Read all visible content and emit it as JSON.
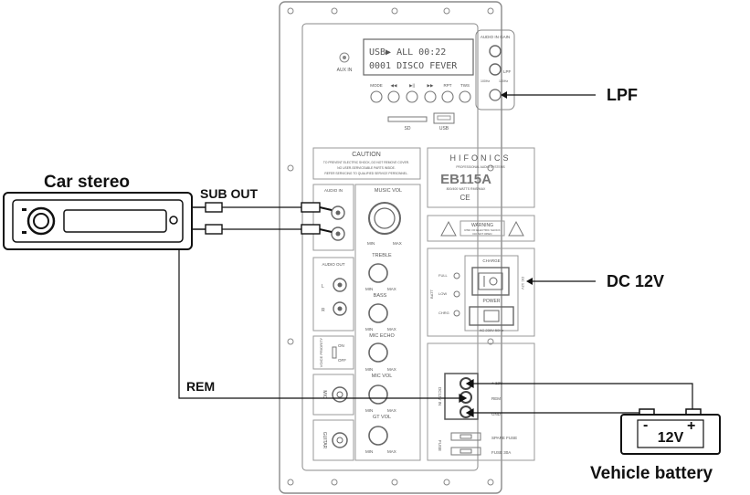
{
  "labels": {
    "car_stereo": "Car stereo",
    "sub_out": "SUB OUT",
    "rem": "REM",
    "lpf": "LPF",
    "dc12v": "DC 12V",
    "battery_voltage": "12V",
    "battery_minus": "-",
    "battery_plus": "+",
    "vehicle_battery": "Vehicle battery"
  },
  "panel": {
    "aux_in": "AUX IN",
    "lcd_line1": "USB▶ ALL   00:22",
    "lcd_line2": "0001 DISCO FEVER",
    "audio_in_gain": "AUDIO IN GAIN",
    "lpf_small": "LPF",
    "lpf_min": "100Hz",
    "lpf_max": "120Hz",
    "buttons": [
      "MODE",
      "◀◀",
      "▶||",
      "▶▶",
      "RPT",
      "TWS"
    ],
    "sd": "SD",
    "usb": "USB",
    "caution_title": "CAUTION",
    "caution_lines": [
      "TO PREVENT ELECTRIC SHOCK, DO NOT REMOVE COVER.",
      "NO USER-SERVICEABLE PARTS INSIDE.",
      "REFER SERVICING TO QUALIFIED SERVICE PERSONNEL."
    ],
    "brand": "HIFONICS",
    "brand_sub": "PROFESSIONAL AUDIO SYSTEMS",
    "model": "EB115A",
    "model_sub": "800/400 WATTS RMS/MAX",
    "ce_mark": "CE",
    "audio_in": "AUDIO IN",
    "music_vol": "MUSIC VOL",
    "min": "MIN",
    "max": "MAX",
    "treble": "TREBLE",
    "bass": "BASS",
    "mic_echo": "MIC ECHO",
    "mic_vol": "MIC VOL",
    "gt_vol": "GT VOL",
    "audio_out": "AUDIO OUT",
    "l": "L",
    "r": "R",
    "voice_priority": "VOICE PRIORITY",
    "on": "ON",
    "off": "OFF",
    "mic": "MIC",
    "guitar": "GUITAR",
    "warning_title": "WARNING",
    "warning_lines": [
      "RISK OF ELECTRIC SHOCK",
      "DO NOT OPEN"
    ],
    "charge": "CHARGE",
    "power": "POWER",
    "full": "FULL",
    "low": "LOW",
    "chrg": "CHRG",
    "batt": "BATT",
    "dc_in": "DC 12V",
    "ac_in": "AC 230V 50Hz",
    "dc12v_in": "DC12V IN",
    "plus12v": "+ 12V",
    "rem_small": "REM",
    "gnd": "GND",
    "fuse": "FUSE",
    "spare_fuse": "SPARE FUSE",
    "fuse_rating": "FUSE 30A"
  },
  "colors": {
    "ink": "#111111",
    "panel_line": "#8a8a8a",
    "panel_text": "#666666"
  }
}
